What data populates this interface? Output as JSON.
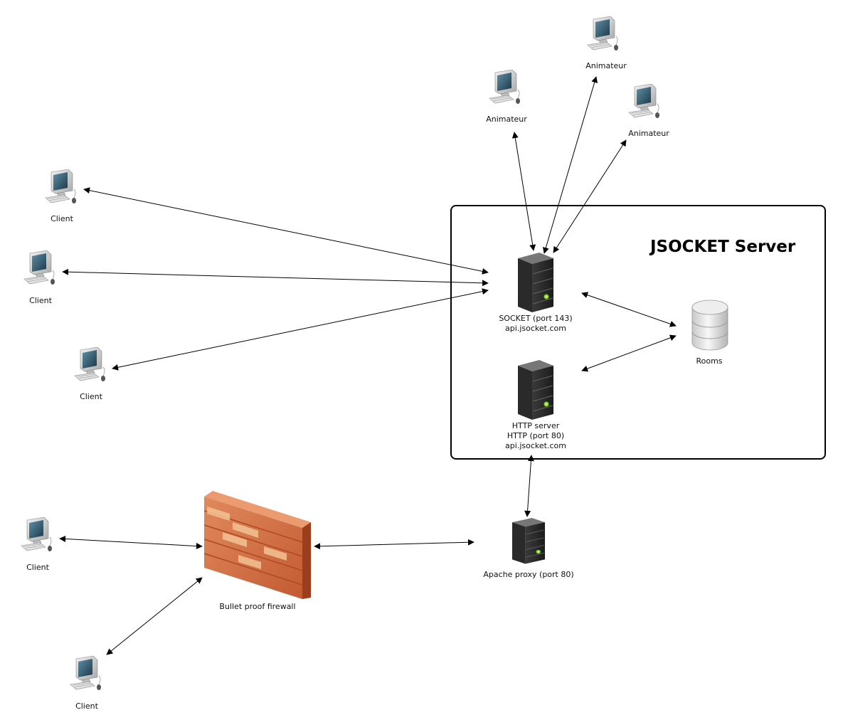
{
  "diagram": {
    "title": "JSOCKET Server",
    "nodes": {
      "client_1": "Client",
      "client_2": "Client",
      "client_3": "Client",
      "client_4": "Client",
      "client_5": "Client",
      "animateur_1": "Animateur",
      "animateur_2": "Animateur",
      "animateur_3": "Animateur",
      "socket_server": [
        "SOCKET (port 143)",
        "api.jsocket.com"
      ],
      "http_server": [
        "HTTP server",
        "HTTP (port 80)",
        "api.jsocket.com"
      ],
      "rooms": "Rooms",
      "apache_proxy": "Apache proxy (port 80)",
      "firewall": "Bullet proof firewall"
    }
  }
}
